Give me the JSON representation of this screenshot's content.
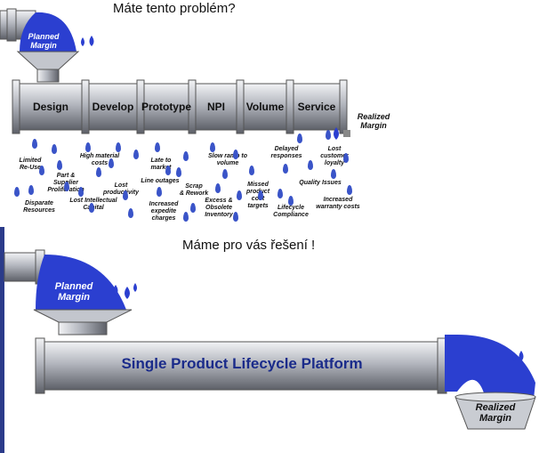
{
  "top": {
    "title": "Máte tento problém?",
    "planned_margin": "Planned\nMargin",
    "realized_margin": "Realized\nMargin",
    "stages": [
      "Design",
      "Develop",
      "Prototype",
      "NPI",
      "Volume",
      "Service"
    ],
    "issues": [
      "Limited\nRe-Use",
      "Part &\nSupplier\nProliferation",
      "High material\ncosts",
      "Disparate\nResources",
      "Lost Intellectual\nCapital",
      "Lost\nproductivity",
      "Late to\nmarket",
      "Line outages",
      "Scrap\n& Rework",
      "Increased\nexpedite\ncharges",
      "Slow ramp to\nvolume",
      "Excess &\nObsolete\nInventory",
      "Missed\nproduct\ncost\ntargets",
      "Delayed\nresponses",
      "Lifecycle\nCompliance",
      "Lost\ncustomer\nloyalty",
      "Quality Issues",
      "Increased\nwarranty costs"
    ]
  },
  "bottom": {
    "title": "Máme pro vás řešení !",
    "planned_margin": "Planned\nMargin",
    "platform": "Single Product Lifecycle Platform",
    "realized_margin": "Realized\nMargin"
  },
  "colors": {
    "water": "#2b3fd0",
    "pipe": "#b9bcc4",
    "pipe_dark": "#6e7079"
  },
  "icons": [
    "water-drop-icon",
    "pipe-icon",
    "funnel-icon",
    "bucket-icon"
  ]
}
